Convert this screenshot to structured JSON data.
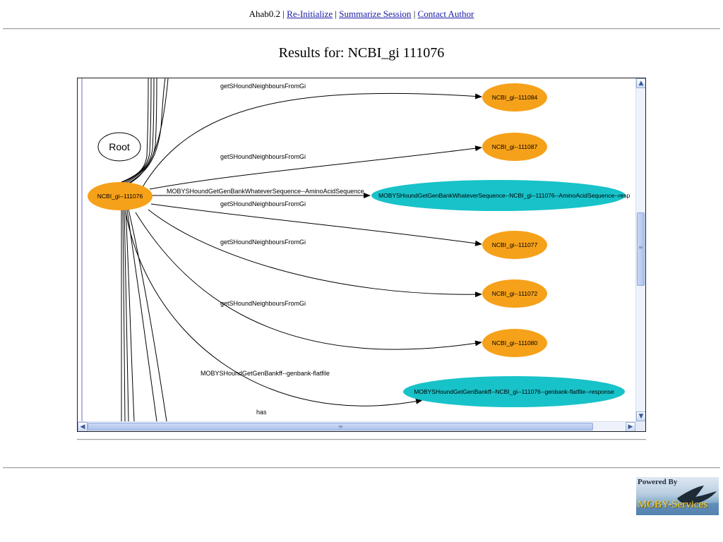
{
  "nav": {
    "app_name": "Ahab0.2",
    "separator": "|",
    "links": [
      "Re-Initialize",
      "Summarize Session",
      "Contact Author"
    ]
  },
  "title": "Results for: NCBI_gi 111076",
  "graph": {
    "root_label": "Root",
    "center_node": "NCBI_gi--111076",
    "nodes": {
      "n111084": "NCBI_gi--111084",
      "n111087": "NCBI_gi--111087",
      "n111077": "NCBI_gi--111077",
      "n111072": "NCBI_gi--111072",
      "n111080": "NCBI_gi--111080",
      "aa_response": "MOBYSHoundGetGenBankWhateverSequence--NCBI_gi--111076--AminoAcidSequence--resp",
      "gb_response": "MOBYSHoundGetGenBankff--NCBI_gi--111076--genbank-flatfile--response"
    },
    "edges": {
      "neighbours_1": "getSHoundNeighboursFromGi",
      "neighbours_2": "getSHoundNeighboursFromGi",
      "aa_service": "MOBYSHoundGetGenBankWhateverSequence--AminoAcidSequence",
      "neighbours_3": "getSHoundNeighboursFromGi",
      "neighbours_4": "getSHoundNeighboursFromGi",
      "neighbours_5": "getSHoundNeighboursFromGi",
      "gb_service": "MOBYSHoundGetGenBankff--genbank-flatfile",
      "has": "has"
    },
    "colors": {
      "orange_node": "#f6a11a",
      "cyan_node": "#18c2c9",
      "edge": "#000000"
    }
  },
  "scrollbar_icons": {
    "up": "▲",
    "down": "▼",
    "left": "◀",
    "right": "▶",
    "grip": "≡"
  },
  "logo": {
    "powered": "Powered By",
    "brand": "MOBY-Services"
  }
}
